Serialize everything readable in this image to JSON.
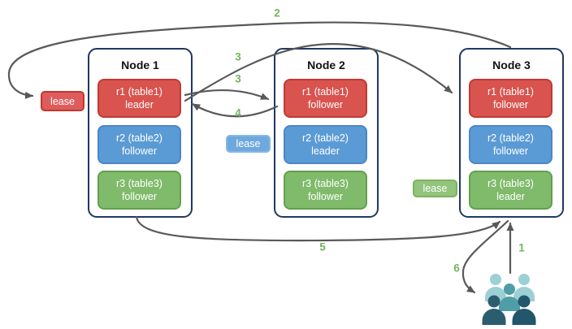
{
  "nodes": [
    {
      "title": "Node 1",
      "replicas": [
        {
          "name": "r1 (table1)",
          "role": "leader",
          "color": "red"
        },
        {
          "name": "r2 (table2)",
          "role": "follower",
          "color": "blue"
        },
        {
          "name": "r3 (table3)",
          "role": "follower",
          "color": "green"
        }
      ]
    },
    {
      "title": "Node 2",
      "replicas": [
        {
          "name": "r1 (table1)",
          "role": "follower",
          "color": "red"
        },
        {
          "name": "r2 (table2)",
          "role": "leader",
          "color": "blue"
        },
        {
          "name": "r3 (table3)",
          "role": "follower",
          "color": "green"
        }
      ]
    },
    {
      "title": "Node 3",
      "replicas": [
        {
          "name": "r1 (table1)",
          "role": "follower",
          "color": "red"
        },
        {
          "name": "r2 (table2)",
          "role": "follower",
          "color": "blue"
        },
        {
          "name": "r3 (table3)",
          "role": "leader",
          "color": "green"
        }
      ]
    }
  ],
  "leases": [
    {
      "label": "lease",
      "color": "#df5c5c"
    },
    {
      "label": "lease",
      "color": "#6fa8dc"
    },
    {
      "label": "lease",
      "color": "#93c47d"
    }
  ],
  "steps": {
    "1": "1",
    "2": "2",
    "3a": "3",
    "3b": "3",
    "4": "4",
    "5": "5",
    "6": "6"
  },
  "icons": {
    "users": "users-group-icon"
  },
  "colors": {
    "arrow": "#595959",
    "step-number": "#74b45c",
    "node-border": "#1f3864",
    "replica-red": "#d9534f",
    "replica-red-border": "#bf3b33",
    "replica-blue": "#5b9bd5",
    "replica-blue-border": "#4a86c8",
    "replica-green": "#80ba6b",
    "replica-green-border": "#62a14e",
    "lease-red": "#df5c5c",
    "lease-red-border": "#c0392b",
    "lease-blue": "#6fa8dc",
    "lease-blue-border": "#85b9e8",
    "lease-green": "#93c47d",
    "lease-green-border": "#7fb261",
    "users-light": "#9cd0d4",
    "users-mid": "#4f9da6",
    "users-dark": "#2c5d6f",
    "users-darker": "#23566a"
  }
}
